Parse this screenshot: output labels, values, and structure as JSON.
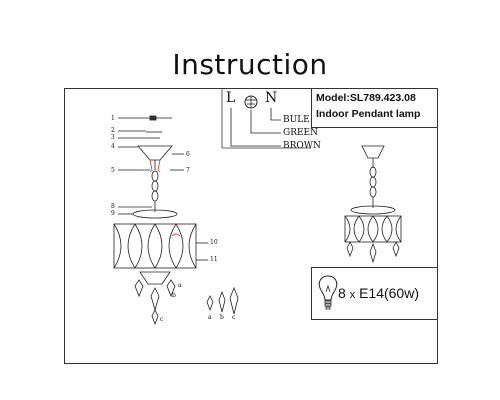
{
  "header": {
    "title": "Instruction"
  },
  "model": {
    "model_line": "Model:SL789.423.08",
    "type_line": "Indoor Pendant lamp"
  },
  "wiring": {
    "letter_l": "L",
    "letter_n": "N",
    "wire_blue": "BULE",
    "wire_green": "GREEN",
    "wire_brown": "BROWN"
  },
  "bulb": {
    "count": "8",
    "times": "x",
    "spec": "E14(60w)"
  },
  "parts": {
    "numbers": [
      "1",
      "2",
      "3",
      "4",
      "5",
      "6",
      "7",
      "8",
      "9",
      "10",
      "11"
    ],
    "crystal_labels": [
      "a",
      "b",
      "c"
    ]
  },
  "colors": {
    "ink": "#222222",
    "accent_red": "#c0392b"
  }
}
